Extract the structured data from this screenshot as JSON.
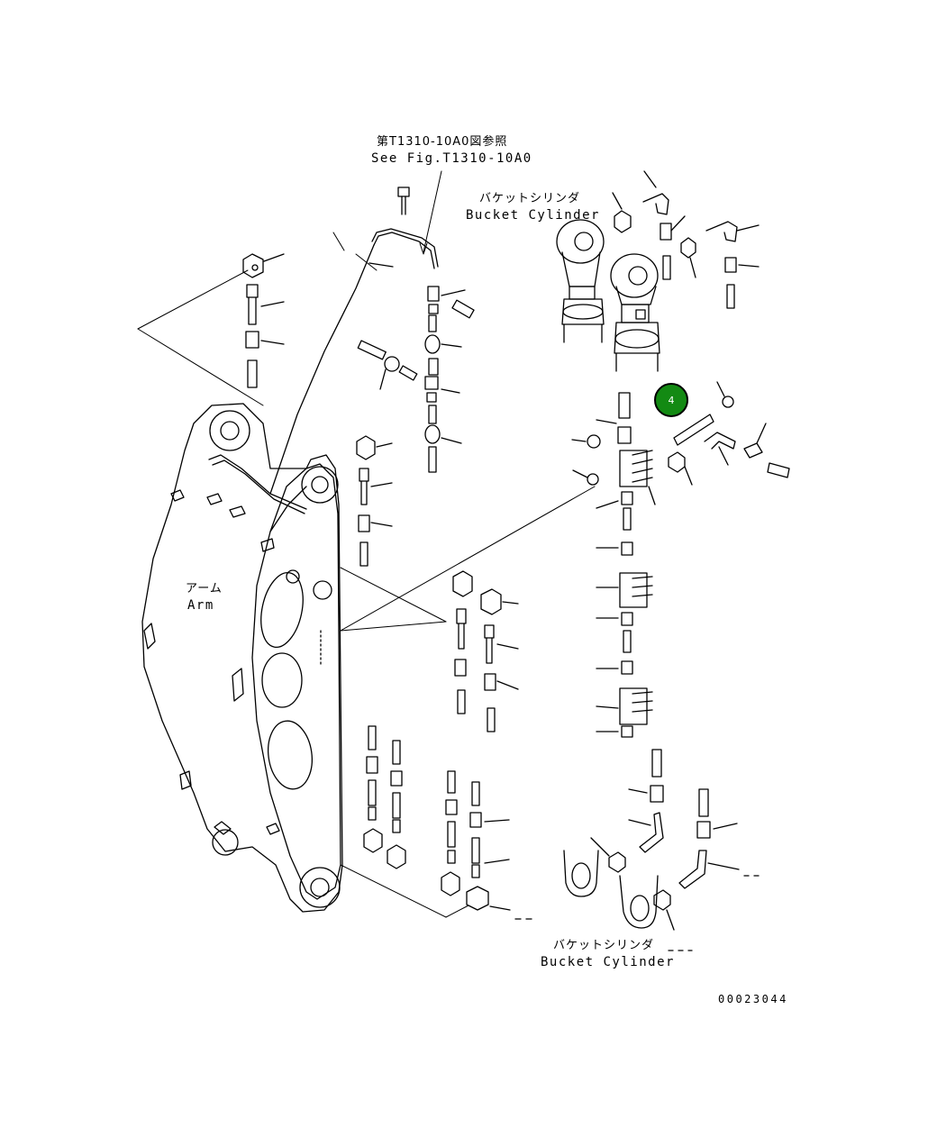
{
  "reference": {
    "jp": "第T1310-10A0図参照",
    "en": "See Fig.T1310-10A0"
  },
  "bucket_cylinder_top": {
    "jp": "バケットシリンダ",
    "en": "Bucket Cylinder"
  },
  "arm_label": {
    "jp": "アーム",
    "en": "Arm"
  },
  "bucket_cylinder_bottom": {
    "jp": "バケットシリンダ",
    "en": "Bucket Cylinder"
  },
  "callout": {
    "number": "4",
    "color": "#138a13"
  },
  "drawing_number": "00023044"
}
